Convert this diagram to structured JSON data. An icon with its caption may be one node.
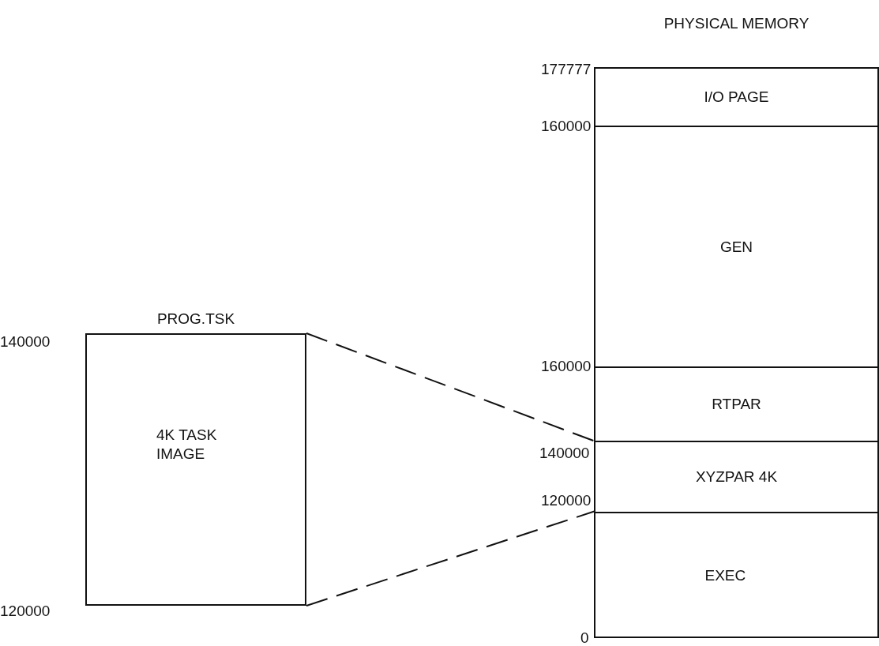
{
  "diagram": {
    "nodes": [
      {
        "text": [
          "PROG.TSK",
          "4K TASK IMAGE"
        ],
        "beside": [
          "140000",
          "120000"
        ]
      },
      {
        "text": [
          "PHYSICAL MEMORY"
        ],
        "beside": [
          "177777",
          "160000",
          "160000",
          "140000",
          "120000",
          "0"
        ]
      },
      {
        "text": [
          "I/O PAGE"
        ],
        "in": 1
      },
      {
        "text": [
          "GEN"
        ],
        "in": 1
      },
      {
        "text": [
          "RTPAR"
        ],
        "in": 1
      },
      {
        "text": [
          "XYZPAR 4K"
        ],
        "in": 1
      },
      {
        "text": [
          "EXEC"
        ],
        "in": 1
      }
    ],
    "edges": [
      {
        "from": 0,
        "to": 5,
        "arrow": "none",
        "style": "dashed"
      },
      {
        "from": 0,
        "to": 5,
        "arrow": "none",
        "style": "dashed"
      }
    ]
  }
}
